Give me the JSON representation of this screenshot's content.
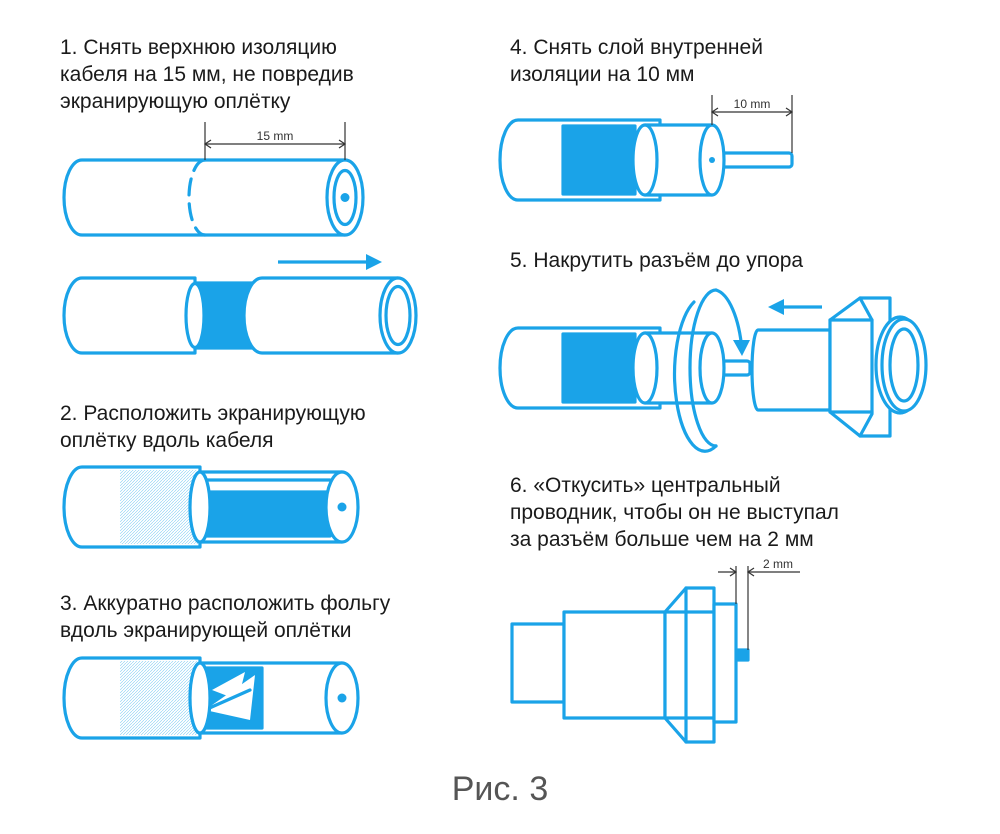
{
  "steps": [
    {
      "id": "1",
      "text": "1. Снять верхнюю изоляцию\nкабеля на 15 мм, не повредив\nэкранирующую оплётку"
    },
    {
      "id": "2",
      "text": "2. Расположить экранирующую\nоплётку вдоль кабеля"
    },
    {
      "id": "3",
      "text": "3. Аккуратно расположить фольгу\nвдоль экранирующей оплётки"
    },
    {
      "id": "4",
      "text": "4. Снять слой внутренней\nизоляции на 10 мм"
    },
    {
      "id": "5",
      "text": "5. Накрутить разъём до упора"
    },
    {
      "id": "6",
      "text": "6. «Откусить» центральный\nпроводник, чтобы он не выступал\nза разъём больше чем на 2 мм"
    }
  ],
  "dimensions": {
    "strip_outer": "15 mm",
    "strip_inner": "10 mm",
    "protrusion": "2 mm"
  },
  "caption": "Рис. 3",
  "colors": {
    "accent": "#1aa3e8",
    "text": "#1a1a1a",
    "caption": "#555555"
  }
}
